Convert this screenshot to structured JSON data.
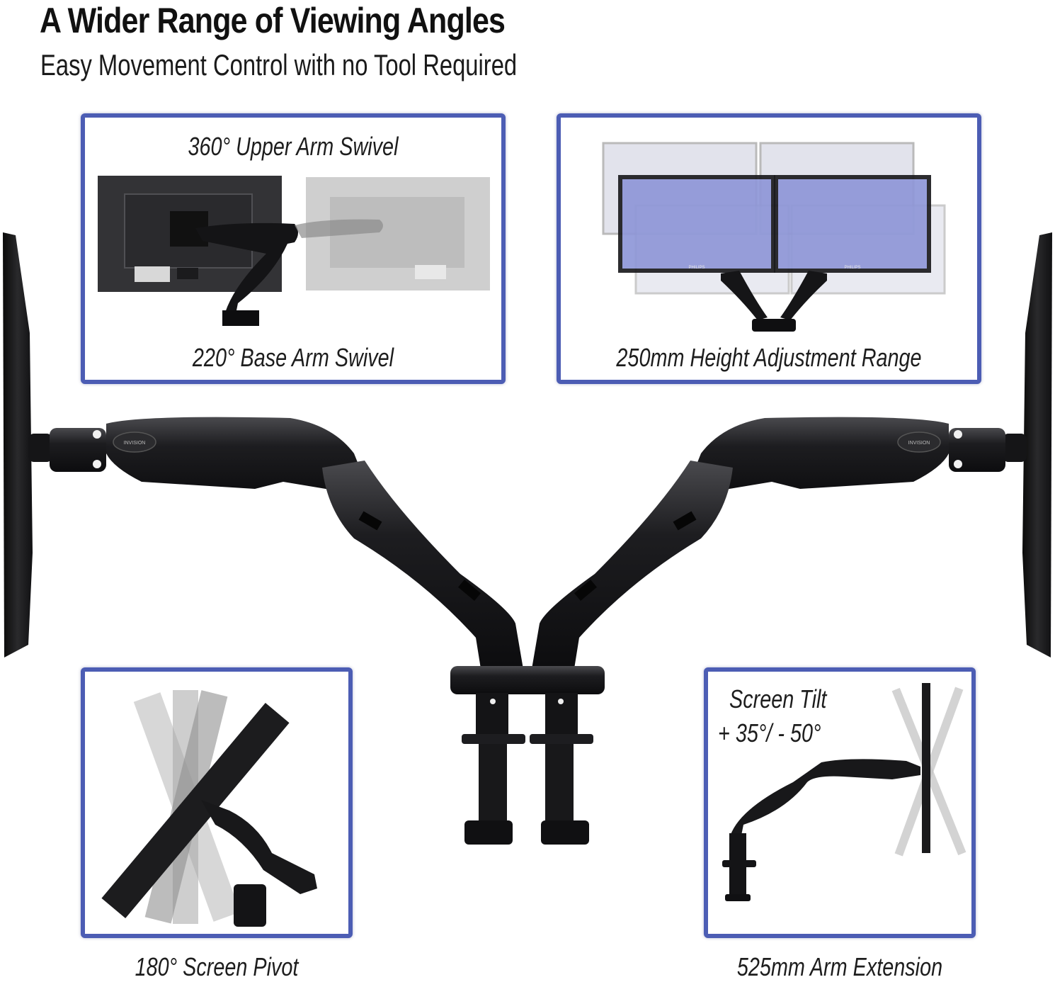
{
  "header": {
    "title": "A Wider Range of Viewing Angles",
    "subtitle": "Easy Movement Control with no Tool Required"
  },
  "panels": {
    "swivel": {
      "top_caption": "360° Upper Arm Swivel",
      "bottom_caption": "220° Base Arm Swivel"
    },
    "height": {
      "caption": "250mm Height Adjustment Range"
    },
    "pivot": {
      "caption": "180° Screen Pivot"
    },
    "tilt": {
      "caption_line1": "Screen Tilt",
      "caption_line2": "+ 35°/ - 50°",
      "caption_bottom": "525mm Arm Extension"
    }
  },
  "brand_marks": {
    "arm_logo": "INVISION",
    "monitor_logo": "PHILIPS"
  },
  "colors": {
    "panel_border": "#4c5db4",
    "arm_black": "#1a1a1c",
    "monitor_tint": "#8f97d8"
  }
}
